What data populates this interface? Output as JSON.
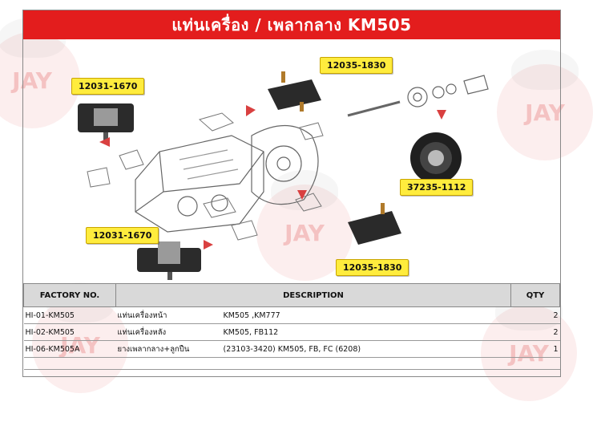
{
  "title": "แท่นเครื่อง / เพลากลาง KM505",
  "watermark": "JAY",
  "labels": {
    "top_left_mount": "12031-1670",
    "top_right_mount": "12035-1830",
    "center_bearing": "37235-1112",
    "bottom_left_mount": "12031-1670",
    "bottom_right_mount": "12035-1830"
  },
  "table": {
    "headers": {
      "factory": "FACTORY NO.",
      "description": "DESCRIPTION",
      "qty": "QTY"
    },
    "rows": [
      {
        "code": "HI-01-KM505",
        "name": "แท่นเครื่องหน้า",
        "detail": "KM505 ,KM777",
        "qty": "2"
      },
      {
        "code": "HI-02-KM505",
        "name": "แท่นเครื่องหลัง",
        "detail": "KM505, FB112",
        "qty": "2"
      },
      {
        "code": "HI-06-KM505A",
        "name": "ยางเพลากลาง+ลูกปืน",
        "detail": "(23103-3420) KM505, FB, FC (6208)",
        "qty": "1"
      }
    ]
  },
  "colors": {
    "title_bg": "#e31d1d",
    "label_bg": "#ffec3d",
    "header_bg": "#d9d9d9",
    "arrow": "#d94040"
  }
}
